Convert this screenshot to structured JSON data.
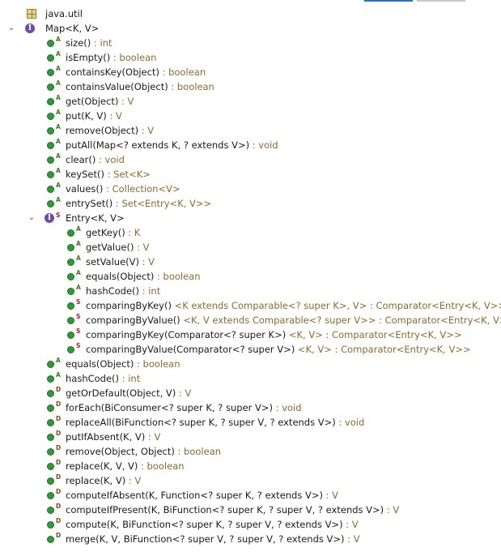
{
  "tree": {
    "package": {
      "label": "java.util"
    },
    "map": {
      "name": "Map<K, V>",
      "members1": [
        {
          "sig": "size()",
          "ret": " : int",
          "mod": "A"
        },
        {
          "sig": "isEmpty()",
          "ret": " : boolean",
          "mod": "A"
        },
        {
          "sig": "containsKey(Object)",
          "ret": " : boolean",
          "mod": "A"
        },
        {
          "sig": "containsValue(Object)",
          "ret": " : boolean",
          "mod": "A"
        },
        {
          "sig": "get(Object)",
          "ret": " : V",
          "mod": "A"
        },
        {
          "sig": "put(K, V)",
          "ret": " : V",
          "mod": "A"
        },
        {
          "sig": "remove(Object)",
          "ret": " : V",
          "mod": "A"
        },
        {
          "sig": "putAll(Map<? extends K, ? extends V>)",
          "ret": " : void",
          "mod": "A"
        },
        {
          "sig": "clear()",
          "ret": " : void",
          "mod": "A"
        },
        {
          "sig": "keySet()",
          "ret": " : Set<K>",
          "mod": "A"
        },
        {
          "sig": "values()",
          "ret": " : Collection<V>",
          "mod": "A"
        },
        {
          "sig": "entrySet()",
          "ret": " : Set<Entry<K, V>>",
          "mod": "A"
        }
      ],
      "entry": {
        "name": "Entry<K, V>",
        "members": [
          {
            "sig": "getKey()",
            "ret": " : K",
            "mod": "A"
          },
          {
            "sig": "getValue()",
            "ret": " : V",
            "mod": "A"
          },
          {
            "sig": "setValue(V)",
            "ret": " : V",
            "mod": "A"
          },
          {
            "sig": "equals(Object)",
            "ret": " : boolean",
            "mod": "A"
          },
          {
            "sig": "hashCode()",
            "ret": " : int",
            "mod": "A"
          },
          {
            "sig": "comparingByKey()",
            "ret": " <K extends Comparable<? super K>, V> : Comparator<Entry<K, V>>",
            "mod": "S"
          },
          {
            "sig": "comparingByValue()",
            "ret": " <K, V extends Comparable<? super V>> : Comparator<Entry<K, V>>",
            "mod": "S"
          },
          {
            "sig": "comparingByKey(Comparator<? super K>)",
            "ret": " <K, V> : Comparator<Entry<K, V>>",
            "mod": "S"
          },
          {
            "sig": "comparingByValue(Comparator<? super V>)",
            "ret": " <K, V> : Comparator<Entry<K, V>>",
            "mod": "S"
          }
        ]
      },
      "members2": [
        {
          "sig": "equals(Object)",
          "ret": " : boolean",
          "mod": "A"
        },
        {
          "sig": "hashCode()",
          "ret": " : int",
          "mod": "A"
        },
        {
          "sig": "getOrDefault(Object, V)",
          "ret": " : V",
          "mod": "D"
        },
        {
          "sig": "forEach(BiConsumer<? super K, ? super V>)",
          "ret": " : void",
          "mod": "D"
        },
        {
          "sig": "replaceAll(BiFunction<? super K, ? super V, ? extends V>)",
          "ret": " : void",
          "mod": "D"
        },
        {
          "sig": "putIfAbsent(K, V)",
          "ret": " : V",
          "mod": "D"
        },
        {
          "sig": "remove(Object, Object)",
          "ret": " : boolean",
          "mod": "D"
        },
        {
          "sig": "replace(K, V, V)",
          "ret": " : boolean",
          "mod": "D"
        },
        {
          "sig": "replace(K, V)",
          "ret": " : V",
          "mod": "D"
        },
        {
          "sig": "computeIfAbsent(K, Function<? super K, ? extends V>)",
          "ret": " : V",
          "mod": "D"
        },
        {
          "sig": "computeIfPresent(K, BiFunction<? super K, ? super V, ? extends V>)",
          "ret": " : V",
          "mod": "D"
        },
        {
          "sig": "compute(K, BiFunction<? super K, ? super V, ? extends V>)",
          "ret": " : V",
          "mod": "D"
        },
        {
          "sig": "merge(K, V, BiFunction<? super V, ? super V, ? extends V>)",
          "ret": " : V",
          "mod": "D"
        }
      ]
    }
  }
}
